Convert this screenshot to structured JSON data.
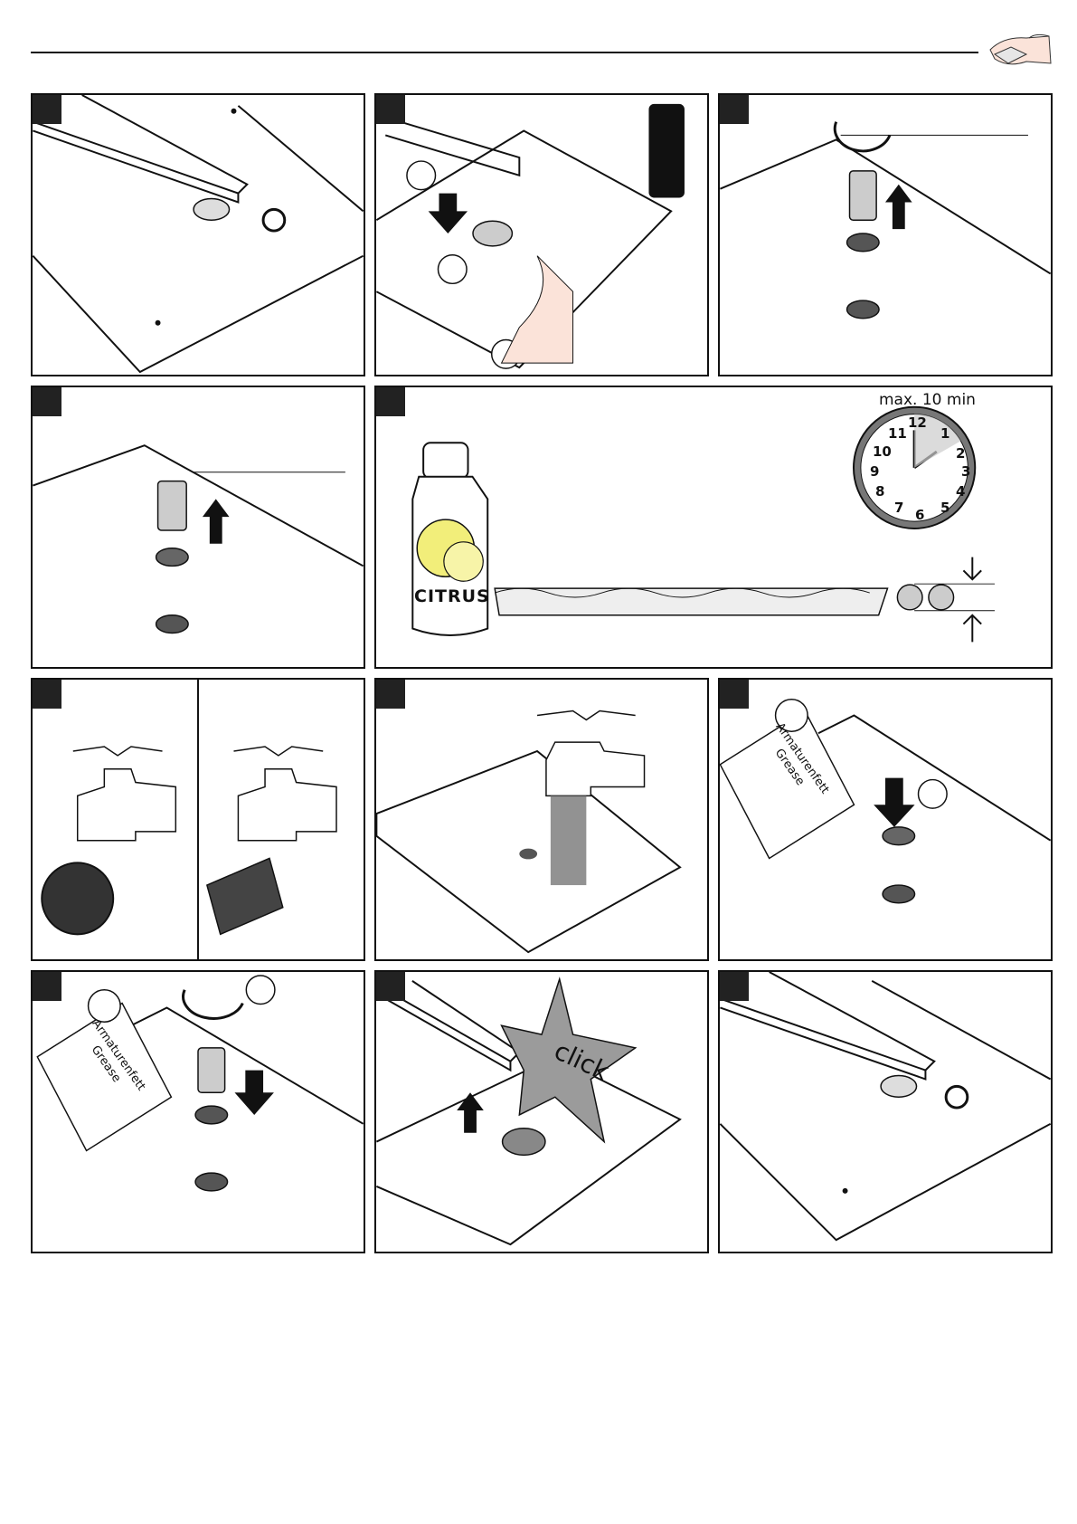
{
  "header": {
    "logo_icon": "hand-cleaning-icon"
  },
  "panels": {
    "p5": {
      "clock_caption": "max. 10 min",
      "bottle_label": "CITRUS",
      "clock_numbers": [
        "12",
        "1",
        "2",
        "3",
        "4",
        "5",
        "6",
        "7",
        "8",
        "9",
        "10",
        "11"
      ]
    },
    "p8": {
      "grease_line1": "Armaturenfett",
      "grease_line2": "Grease"
    },
    "p9": {
      "grease_line1": "Armaturenfett",
      "grease_line2": "Grease"
    },
    "p10": {
      "click_text": "click"
    }
  },
  "colors": {
    "ink": "#111111",
    "step_box": "#222222",
    "lemon": "#f2ee7a",
    "star": "#9b9b9b",
    "clock_rim": "#777777"
  }
}
